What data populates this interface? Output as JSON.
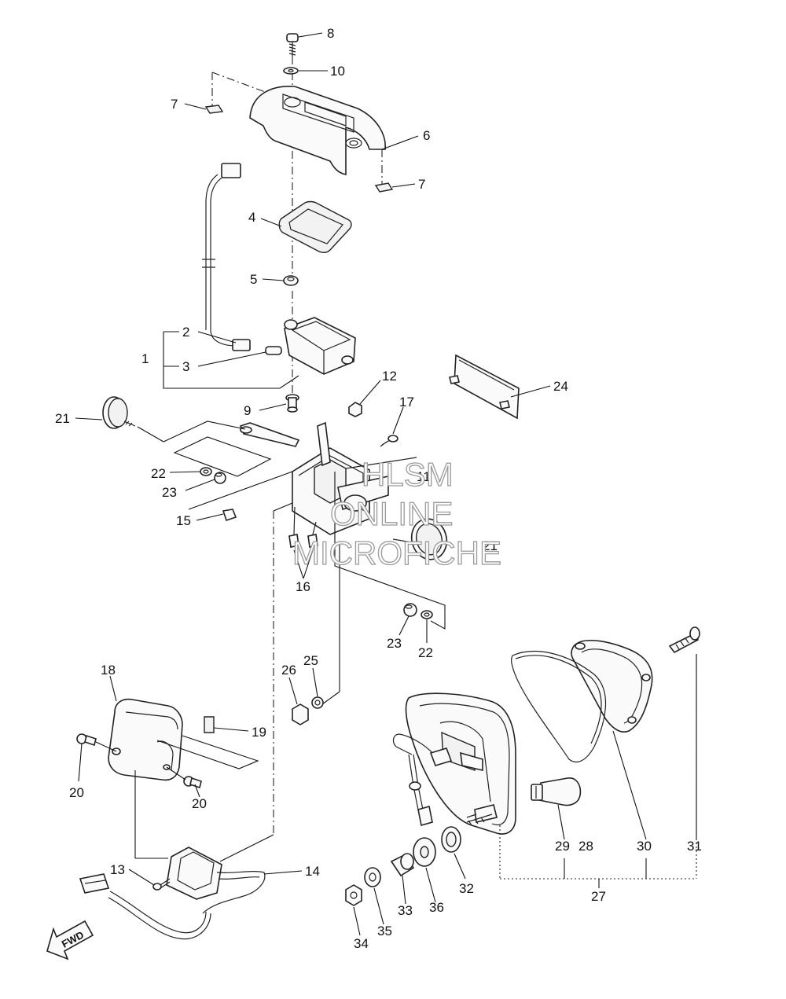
{
  "callouts": [
    {
      "id": "c8",
      "text": "8"
    },
    {
      "id": "c10",
      "text": "10"
    },
    {
      "id": "c7a",
      "text": "7"
    },
    {
      "id": "c6",
      "text": "6"
    },
    {
      "id": "c7b",
      "text": "7"
    },
    {
      "id": "c4",
      "text": "4"
    },
    {
      "id": "c5",
      "text": "5"
    },
    {
      "id": "c2",
      "text": "2"
    },
    {
      "id": "c1",
      "text": "1"
    },
    {
      "id": "c3",
      "text": "3"
    },
    {
      "id": "c9",
      "text": "9"
    },
    {
      "id": "c12",
      "text": "12"
    },
    {
      "id": "c24",
      "text": "24"
    },
    {
      "id": "c17",
      "text": "17"
    },
    {
      "id": "c21a",
      "text": "21"
    },
    {
      "id": "c22a",
      "text": "22"
    },
    {
      "id": "c23a",
      "text": "23"
    },
    {
      "id": "c11",
      "text": "11"
    },
    {
      "id": "c15",
      "text": "15"
    },
    {
      "id": "c21b",
      "text": "21"
    },
    {
      "id": "c16",
      "text": "16"
    },
    {
      "id": "c23b",
      "text": "23"
    },
    {
      "id": "c22b",
      "text": "22"
    },
    {
      "id": "c26",
      "text": "26"
    },
    {
      "id": "c25",
      "text": "25"
    },
    {
      "id": "c18",
      "text": "18"
    },
    {
      "id": "c19",
      "text": "19"
    },
    {
      "id": "c20a",
      "text": "20"
    },
    {
      "id": "c20b",
      "text": "20"
    },
    {
      "id": "c29",
      "text": "29"
    },
    {
      "id": "c28",
      "text": "28"
    },
    {
      "id": "c30",
      "text": "30"
    },
    {
      "id": "c31",
      "text": "31"
    },
    {
      "id": "c13",
      "text": "13"
    },
    {
      "id": "c14",
      "text": "14"
    },
    {
      "id": "c32",
      "text": "32"
    },
    {
      "id": "c36",
      "text": "36"
    },
    {
      "id": "c33",
      "text": "33"
    },
    {
      "id": "c35",
      "text": "35"
    },
    {
      "id": "c34",
      "text": "34"
    },
    {
      "id": "c27",
      "text": "27"
    }
  ],
  "watermark": {
    "line1": "HLSM",
    "line2": "ONLINE",
    "line3": "MICROFICHE"
  },
  "direction": {
    "text": "FWD"
  }
}
